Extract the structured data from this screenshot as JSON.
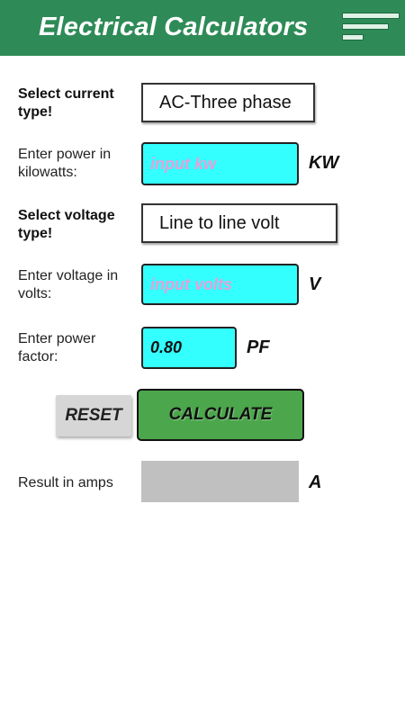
{
  "header": {
    "title": "Electrical Calculators",
    "menu_icon": "hamburger-menu-icon",
    "bg_color": "#2e8b57"
  },
  "form": {
    "current_type": {
      "label": "Select current type!",
      "value": "AC-Three phase"
    },
    "power": {
      "label": "Enter power in kilowatts:",
      "placeholder": "input kw",
      "unit": "KW"
    },
    "voltage_type": {
      "label": "Select voltage type!",
      "value": "Line to line volt"
    },
    "voltage": {
      "label": "Enter voltage in volts:",
      "placeholder": "input volts",
      "unit": "V"
    },
    "power_factor": {
      "label": "Enter power factor:",
      "value": "0.80",
      "unit": "PF"
    }
  },
  "actions": {
    "reset_label": "RESET",
    "calculate_label": "CALCULATE"
  },
  "result": {
    "label": "Result in amps",
    "value": "",
    "unit": "A"
  },
  "colors": {
    "input_bg": "#33ffff",
    "placeholder": "#e6a0d8",
    "calculate_bg": "#4ca64c",
    "reset_bg": "#d6d6d6",
    "result_bg": "#c0c0c0"
  }
}
